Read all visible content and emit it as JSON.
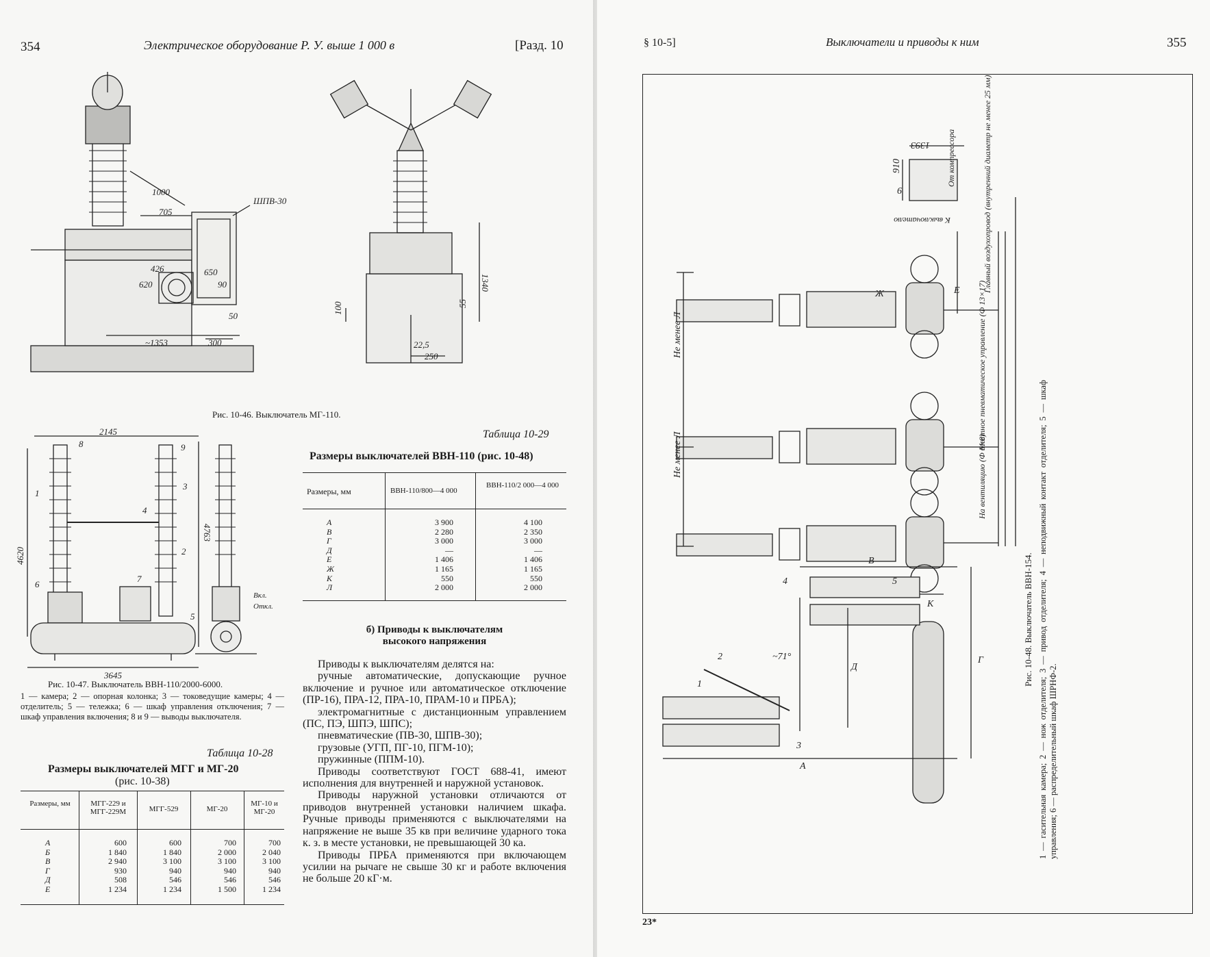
{
  "left_page": {
    "page_number": "354",
    "running_title": "Электрическое оборудование Р. У. выше 1 000 в",
    "section_ref": "[Разд. 10",
    "fig_10_46": {
      "caption": "Рис. 10-46. Выключатель МГ-110.",
      "labels": {
        "d1000": "1000",
        "shpv": "ШПВ-30",
        "d705": "705",
        "d426": "426",
        "d650": "650",
        "d620": "620",
        "d90": "90",
        "d50": "50",
        "d1353": "~1353",
        "d300": "300",
        "d1340": "1340",
        "d100": "100",
        "d55": "55",
        "d225": "22,5",
        "d250": "250"
      }
    },
    "fig_10_47": {
      "caption": "Рис. 10-47. Выключатель ВВН-110/2000-6000.",
      "legend": "1 — камера; 2 — опорная колонка; 3 — токоведущие камеры; 4 — отделитель; 5 — тележка; 6 — шкаф управления отключения; 7 — шкаф управления включения; 8 и 9 — выводы выключателя.",
      "labels": {
        "d2145": "2145",
        "d4620": "4620",
        "d4763": "4763",
        "d3645": "3645",
        "vkl": "Вкл.",
        "otkl": "Откл.",
        "n1": "1",
        "n2": "2",
        "n3": "3",
        "n4": "4",
        "n5": "5",
        "n6": "6",
        "n7": "7",
        "n8": "8",
        "n9": "9"
      }
    },
    "table_10_29": {
      "label": "Таблица 10-29",
      "title": "Размеры выключателей ВВН-110 (рис. 10-48)",
      "headers": [
        "Размеры, мм",
        "ВВН-110/800—4 000",
        "ВВН-110/2 000—4 000"
      ],
      "rows": [
        "А",
        "В",
        "Г",
        "Д",
        "Е",
        "Ж",
        "К",
        "Л"
      ],
      "col1": [
        "3 900",
        "2 280",
        "3 000",
        "—",
        "1 406",
        "1 165",
        "550",
        "2 000"
      ],
      "col2": [
        "4 100",
        "2 350",
        "3 000",
        "—",
        "1 406",
        "1 165",
        "550",
        "2 000"
      ]
    },
    "table_10_28": {
      "label": "Таблица 10-28",
      "title": "Размеры выключателей МГГ и МГ-20",
      "subtitle": "(рис. 10-38)",
      "headers": [
        "Размеры, мм",
        "МГГ-229 и МГГ-229М",
        "МГГ-529",
        "МГ-20",
        "МГ-10 и МГ-20"
      ],
      "rows": [
        "А",
        "Б",
        "В",
        "Г",
        "Д",
        "Е"
      ],
      "c1": [
        "600",
        "1 840",
        "2 940",
        "930",
        "508",
        "1 234"
      ],
      "c2": [
        "600",
        "1 840",
        "3 100",
        "940",
        "546",
        "1 234"
      ],
      "c3": [
        "700",
        "2 000",
        "3 100",
        "940",
        "546",
        "1 500"
      ],
      "c4": [
        "700",
        "2 040",
        "3 100",
        "940",
        "546",
        "1 234"
      ]
    },
    "section_b": {
      "heading_line1": "б) Приводы к выключателям",
      "heading_line2": "высокого напряжения",
      "p1": "Приводы к выключателям делятся на:",
      "p2": "ручные автоматические, допускающие ручное включение и ручное или автоматическое отключение (ПР-16), ПРА-12, ПРА-10, ПРАМ-10 и ПРБА);",
      "p3": "электромагнитные с дистанционным управлением (ПС, ПЭ, ШПЭ, ШПС);",
      "p4": "пневматические (ПВ-30, ШПВ-30);",
      "p5": "грузовые (УГП, ПГ-10, ПГМ-10);",
      "p6": "пружинные (ППМ-10).",
      "p7": "Приводы соответствуют ГОСТ 688-41, имеют исполнения для внутренней и наружной установок.",
      "p8": "Приводы наружной установки отличаются от приводов внутренней установки наличием шкафа. Ручные приводы применяются с выключателями на напряжение не выше 35 кв при величине ударного тока к. з. в месте установки, не превышающей 30 ка.",
      "p9": "Приводы ПРБА применяются при включающем усилии на рычаге не свыше 30 кг и работе включения не больше 20 кГ·м."
    }
  },
  "right_page": {
    "section_ref": "§ 10-5]",
    "running_title": "Выключатели и приводы к ним",
    "page_number": "355",
    "signature": "23*",
    "fig_10_48": {
      "caption": "Рис. 10-48. Выключатель ВВН-154.",
      "legend": "1 — гасительная камера; 2 — нож отделителя; 3 — привод отделителя; 4 — неподвижный контакт отделителя; 5 — шкаф управления; 6 — распределительный шкаф ШРНФ-2.",
      "labels": {
        "ne_menee_1": "Не менее Л",
        "ne_menee_2": "Не менее Л",
        "d1393": "1393",
        "d910": "910",
        "ot_kompressora": "От компрессора",
        "k_vyklyuchatelyu": "К выключателю",
        "glavny": "Главный воздухопровод (внутренний диаметр не менее 25 мм)",
        "mestnoe": "Местное пневматическое управление (Ф 13×17)",
        "na_ventilyaciyu": "На вентиляцию (Ф 6×8)",
        "Zh": "Ж",
        "E": "Е",
        "K": "К",
        "V": "В",
        "G": "Г",
        "D": "Д",
        "A": "А",
        "angle": "~71°",
        "n1": "1",
        "n2": "2",
        "n3": "3",
        "n4": "4",
        "n5": "5",
        "n6": "6"
      }
    }
  }
}
